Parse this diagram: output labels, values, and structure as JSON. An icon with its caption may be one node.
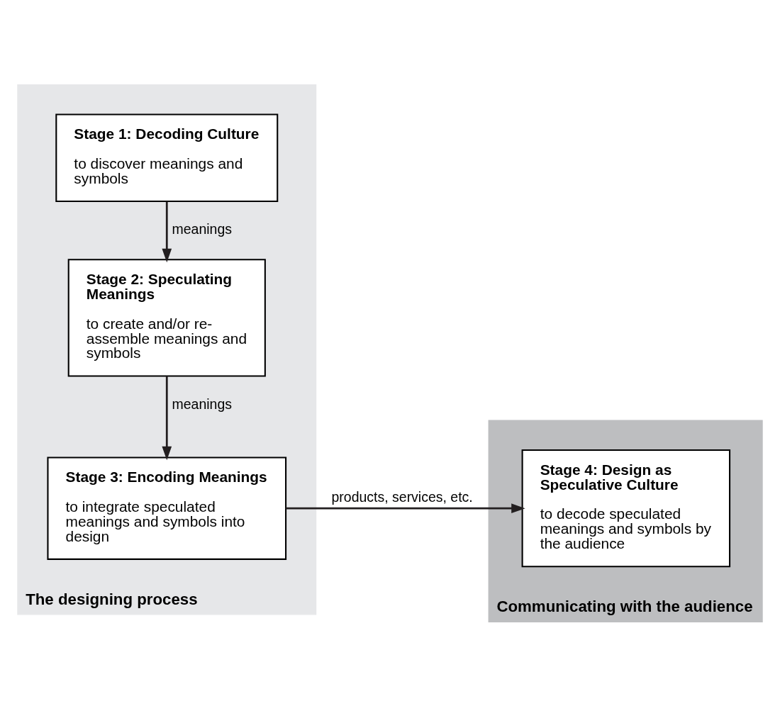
{
  "diagram": {
    "nodes": [
      {
        "text": [
          "The designing process"
        ]
      },
      {
        "text": [
          "Communicating with the audience"
        ]
      },
      {
        "text": [
          "Stage 1: Decoding Culture",
          "to discover meanings and symbols"
        ],
        "in": 0
      },
      {
        "text": [
          "Stage 2: Speculating Meanings",
          "to create and/or re-assemble meanings and symbols"
        ],
        "in": 0
      },
      {
        "text": [
          "Stage 3: Encoding Meanings",
          "to integrate speculated meanings and symbols into design"
        ],
        "in": 0
      },
      {
        "text": [
          "Stage 4: Design as Speculative Culture",
          "to decode speculated meanings and symbols by the audience"
        ],
        "in": 1
      }
    ],
    "edges": [
      {
        "from": 2,
        "to": 3,
        "arrow": "to",
        "label": "meanings"
      },
      {
        "from": 3,
        "to": 4,
        "arrow": "to",
        "label": "meanings"
      },
      {
        "from": 4,
        "to": 5,
        "arrow": "to",
        "label": "products, services, etc."
      }
    ]
  }
}
